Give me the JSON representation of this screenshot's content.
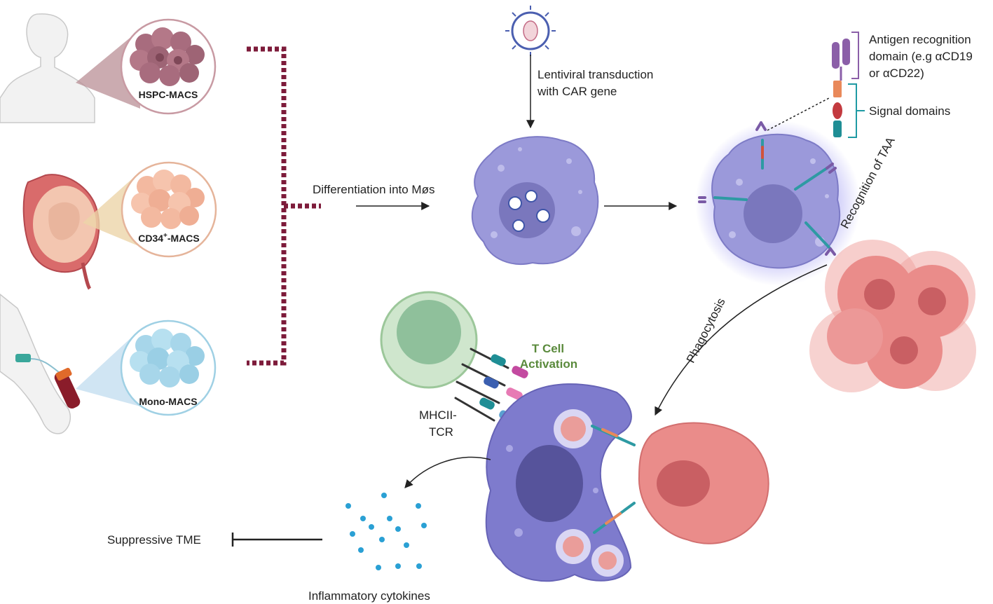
{
  "sources": [
    {
      "label": "HSPC-MACS"
    },
    {
      "label": "CD34",
      "sup": "+",
      "suffix": "-MACS"
    },
    {
      "label": "Mono-MACS"
    }
  ],
  "steps": {
    "differentiation": "Differentiation into Møs",
    "transduction_line1": "Lentiviral transduction",
    "transduction_line2": "with CAR gene",
    "recognition": "Recognition of TAA",
    "phagocytosis": "Phagocytosis",
    "tcell_line1": "T Cell",
    "tcell_line2": "Activation",
    "mhc_line1": "MHCII-",
    "mhc_line2": "TCR",
    "cytokines": "Inflammatory cytokines",
    "tme": "Suppressive TME"
  },
  "car_legend": {
    "antigen_line1": "Antigen recognition",
    "antigen_line2": "domain (e.g αCD19",
    "antigen_line3": "or αCD22)",
    "signal": "Signal domains"
  },
  "colors": {
    "macrophage": "#9b99da",
    "macrophage_dark": "#6f6cc0",
    "nucleus": "#8482c6",
    "tumor": "#e98a8a",
    "tumor_nucleus": "#c95f63",
    "bracket": "#7d1b3a",
    "tcell": "#a9cfa5",
    "tcell_nucleus": "#7fb28c",
    "cytokine": "#2aa0d4"
  }
}
